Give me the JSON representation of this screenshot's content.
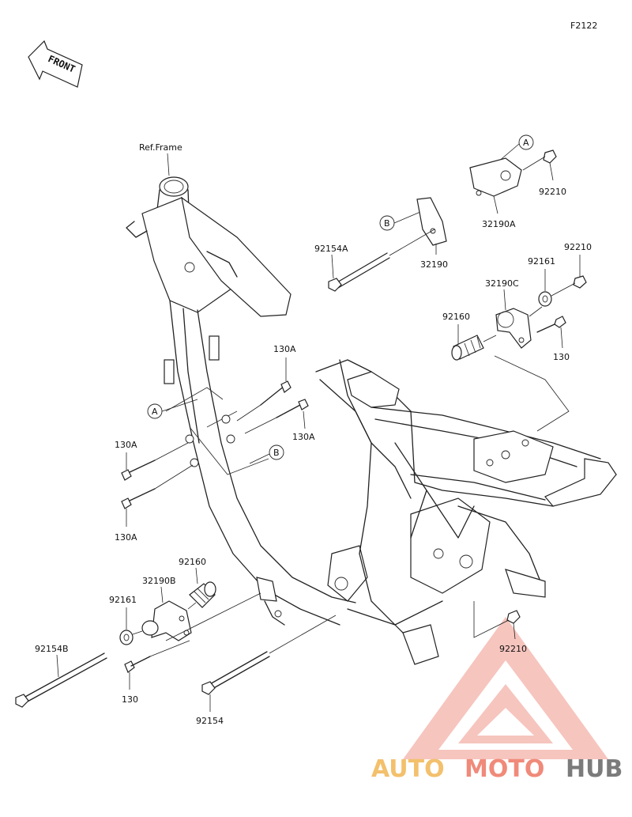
{
  "figure_code": "F2122",
  "front_label": "FRONT",
  "ref_label": "Ref.Frame",
  "callouts": [
    {
      "id": "A",
      "text": "A"
    },
    {
      "id": "B",
      "text": "B"
    }
  ],
  "part_labels": {
    "p32190A": "32190A",
    "p92210_top": "92210",
    "p32190": "32190",
    "p92154A": "92154A",
    "p92210_mid": "92210",
    "p92161_top": "92161",
    "p32190C": "32190C",
    "p92160_top": "92160",
    "p130_right": "130",
    "p130A_1": "130A",
    "p130A_2": "130A",
    "p130A_3": "130A",
    "p130A_4": "130A",
    "p92160_bot": "92160",
    "p32190B": "32190B",
    "p92161_bot": "92161",
    "p92154B": "92154B",
    "p130_bot": "130",
    "p92154": "92154",
    "p92210_bot": "92210"
  },
  "watermark": {
    "part1": "AUTO",
    "part2": "MOTO",
    "part3": "HUB",
    "colors": {
      "auto": "#f3c06c",
      "moto": "#f08a7a",
      "hub": "#7b7b7b",
      "logo": "#f2a49a"
    }
  }
}
